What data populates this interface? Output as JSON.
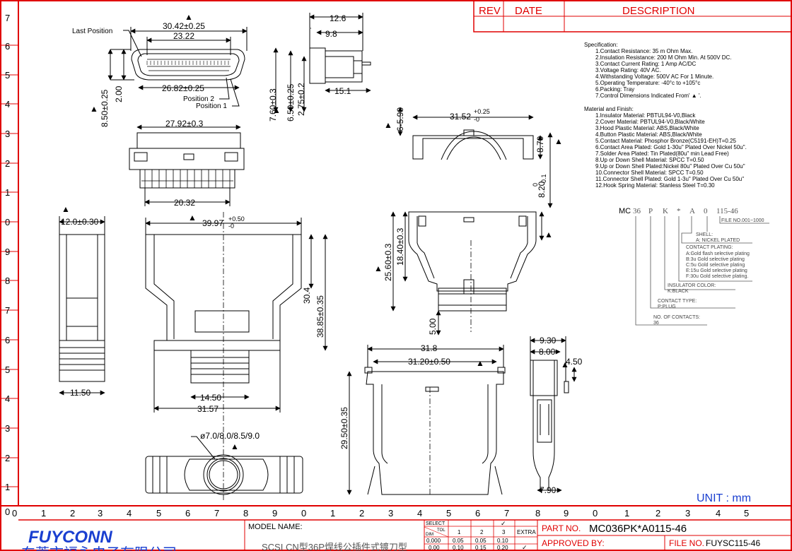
{
  "title_block": {
    "rev_header": "REV",
    "date_header": "DATE",
    "description_header": "DESCRIPTION",
    "model_name_label": "MODEL NAME:",
    "model_name_value": "SCSI CN型36P焊线公插件式镀刀型",
    "part_no_label": "PART NO.",
    "part_no_value": "MC036PK*A0115-46",
    "approved_by_label": "APPROVED BY:",
    "file_no_label": "FILE NO.",
    "file_no_value": "FUYSC115-46",
    "unit_label": "UNIT : mm",
    "company_cn": "东莞市福永电子有限公司",
    "brand": "FUYCONN"
  },
  "tolerance_table": {
    "header": [
      "SELECT",
      "1",
      "2",
      "3",
      "EXTRA"
    ],
    "corner_labels": [
      "TOL",
      "DIM"
    ],
    "check": "✓",
    "rows": [
      [
        "0.000",
        "0.05",
        "0.05",
        "0.10"
      ],
      [
        "0.00",
        "0.10",
        "0.15",
        "0.20"
      ]
    ]
  },
  "ruler": {
    "left": [
      "7",
      "6",
      "5",
      "4",
      "3",
      "2",
      "1",
      "0",
      "9",
      "8",
      "7",
      "6",
      "5",
      "4",
      "3",
      "2",
      "1",
      "0"
    ],
    "bottom": [
      "0",
      "1",
      "2",
      "3",
      "4",
      "5",
      "6",
      "7",
      "8",
      "9",
      "0",
      "1",
      "2",
      "3",
      "4",
      "5",
      "6",
      "7",
      "8",
      "9",
      "0",
      "1",
      "2",
      "3",
      "4",
      "5"
    ]
  },
  "dims": {
    "d1": "30.42±0.25",
    "d2": "23.22",
    "d3": "26.82±0.25",
    "d4": "8.50±0.25",
    "d5": "2.00",
    "d6": "12.6",
    "d7": "9.8",
    "d8": "15.1",
    "d9": "7.60±0.3",
    "d10": "6.50±0.25",
    "d11": "2.75±0.2",
    "d12": "27.92±0.3",
    "d13": "20.32",
    "d14": "31.52",
    "d14_tol_top": "+0.25",
    "d14_tol_bottom": "-0",
    "d15": "6-5.90",
    "d16": "8.70",
    "d17": "8.20",
    "d17_tol_top": "0",
    "d17_tol_bottom": "-0.1",
    "d18": "12.0±0.30",
    "d19": "39.97",
    "d19_tol_top": "+0.50",
    "d19_tol_bottom": "-0",
    "d20": "30.4",
    "d21": "38.85±0.35",
    "d22": "11.50",
    "d23": "14.50",
    "d24": "31.57",
    "d25": "25.60±0.3",
    "d26": "18.40±0.3",
    "d27": "5.00",
    "d28": "31.8",
    "d29": "31.20±0.50",
    "d30": "29.50±0.35",
    "d31": "9.30",
    "d32": "8.00",
    "d33": "4.50",
    "d34": "7.90",
    "d35": "ø7.0/8.0/8.5/9.0"
  },
  "callouts": {
    "last_position": "Last Position",
    "position2": "Position 2",
    "position1": "Position 1"
  },
  "spec": {
    "title": "Specification:",
    "lines": [
      "1.Contact Resistance: 35 m Ohm Max.",
      "2.Insulation Resistance: 200 M Ohm Min. At 500V DC.",
      "3.Contact Current Rating: 1 Amp AC/DC",
      "3.Voltage Rating: 40V AC.",
      "4.Withstanding Voltage: 500V AC For 1 Minute.",
      "5.Operating Temperature: -40°c to +105°c",
      "6.Packing: Tray",
      "7.Control Dimensions Indicated From' ▲ '."
    ]
  },
  "material": {
    "title": "Material and Finish:",
    "lines": [
      "1.Insulator Material: PBTUL94-V0,Black",
      "2.Cover Material: PBTUL94-V0,Black/White",
      "3.Hood Plastic Material: ABS,Black/White",
      "4.Button Plastic Material: ABS,Black/White",
      "5.Contact Material: Phosphor Bronze(C5191-EH)T=0.25",
      "6.Contact Area Plated: Gold 1-30u\" Plated  Over Nickel 50u\".",
      "7.Solder Area Plated: Tin Plated(80u\" min Lead Free)",
      "8.Up or Down Shell Material: SPCC T=0.50",
      "9.Up or Down Shell Plated:Nickel 80u\" Plated  Over Cu 50u\"",
      "10.Connector Shell Material: SPCC T=0.50",
      "11.Connector Shell Plated: Gold 1-3u\" Plated  Over Cu 50u\"",
      "12.Hook Spring Material: Stanless Steel T=0.30"
    ]
  },
  "part_code": {
    "segments": [
      "MC",
      "36",
      "P",
      "K",
      "*",
      "A",
      "0",
      "115-46"
    ],
    "file_no": "FILE NO.001~1000",
    "shell_title": "SHELL:",
    "shell_value": "A: NICKEL PLATED",
    "plating_title": "CONTACT PLATING:",
    "plating_options": [
      "A:Gold flash selective plating",
      "B:3u Gold selective plating",
      "C:5u Gold selective plating",
      "E:15u Gold selective plating",
      "F:30u Gold selective plating."
    ],
    "insulator_title": "INSULATOR COLOR:",
    "insulator_value": "K:BLACK",
    "type_title": "CONTACT TYPE:",
    "type_value": "P:PLUG",
    "contacts_title": "NO. OF CONTACTS:",
    "contacts_value": "36"
  },
  "colors": {
    "border": "#e00000",
    "line": "#000000",
    "unit": "#1a3fd0",
    "brand": "#1a3fd0",
    "company": "#1a3fd0",
    "grey": "#666666"
  }
}
